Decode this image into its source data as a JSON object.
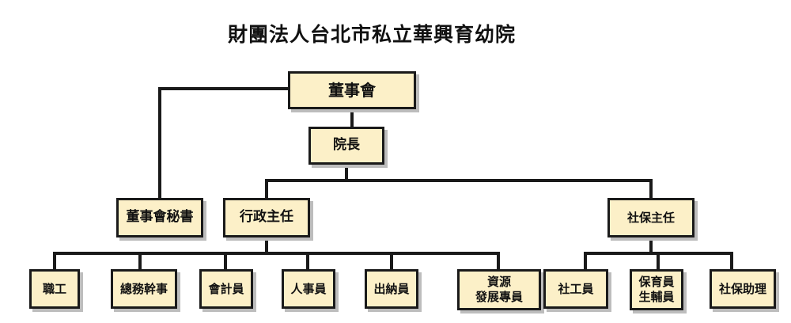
{
  "title": "財團法人台北市私立華興育幼院",
  "colors": {
    "box_fill": "#fcf0c8",
    "line": "#1a1a1a",
    "shadow": "#bdbdbd",
    "text": "#111111"
  },
  "org": {
    "board": "董事會",
    "director": "院長",
    "board_secretary": "董事會秘書",
    "admin_head": "行政主任",
    "social_head": "社保主任",
    "staff": "職工",
    "general_affairs": "總務幹事",
    "accountant": "會計員",
    "hr_officer": "人事員",
    "cashier": "出納員",
    "resource_dev": "資源\n發展專員",
    "social_worker": "社工員",
    "caregiver": "保育員\n生輔員",
    "social_assistant": "社保助理"
  }
}
